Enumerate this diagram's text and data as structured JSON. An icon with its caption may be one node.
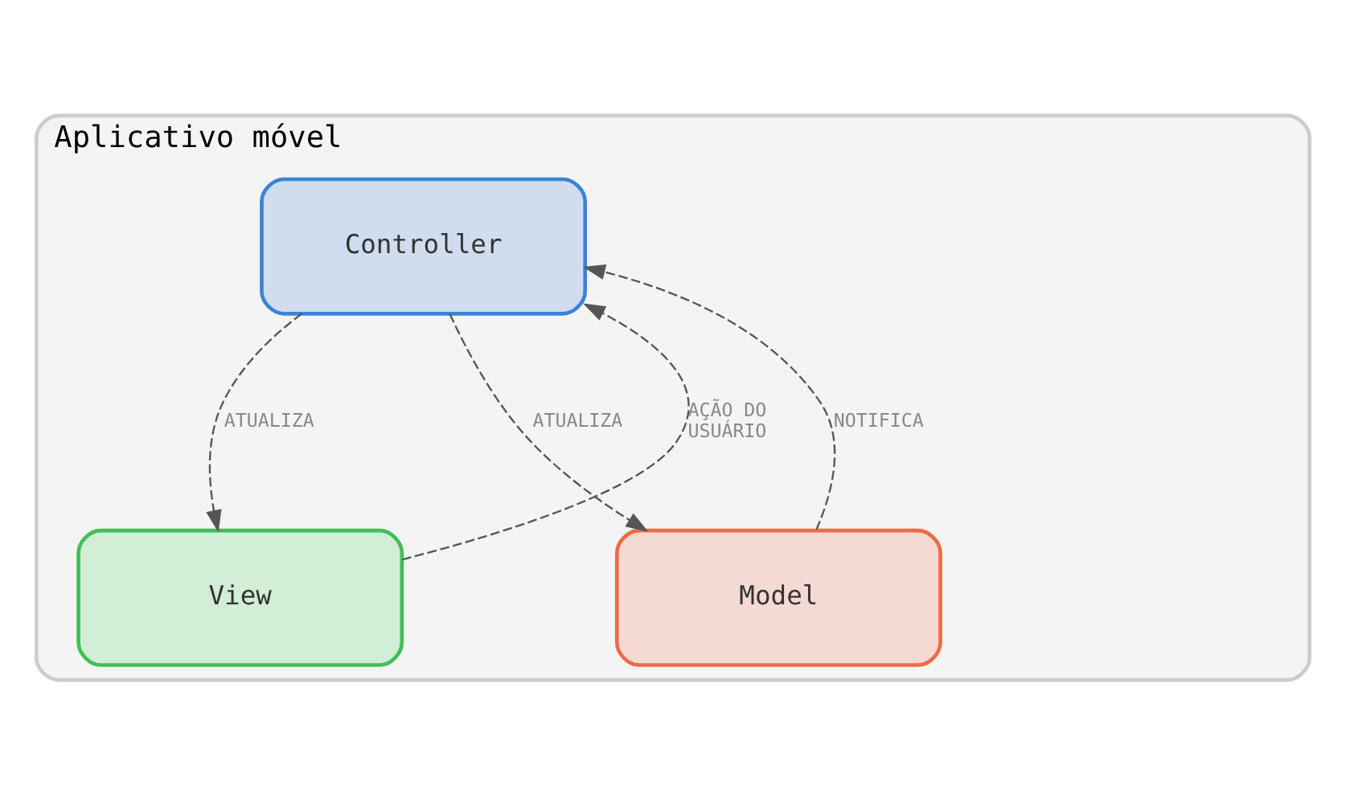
{
  "diagram": {
    "nodes": [
      {
        "text": [
          "Aplicativo móvel"
        ]
      },
      {
        "text": [
          "Controller"
        ],
        "in": 0
      },
      {
        "text": [
          "View"
        ],
        "in": 0
      },
      {
        "text": [
          "Model"
        ],
        "in": 0
      }
    ],
    "edges": [
      {
        "from": 2,
        "to": 1,
        "arrow": "to",
        "label": "AÇÃO DO USUÁRIO",
        "style": "dashed"
      },
      {
        "from": 1,
        "to": 2,
        "arrow": "to",
        "label": "ATUALIZA",
        "style": "dashed"
      },
      {
        "from": 1,
        "to": 3,
        "arrow": "to",
        "label": "ATUALIZA",
        "style": "dashed"
      },
      {
        "from": 3,
        "to": 1,
        "arrow": "to",
        "label": "NOTIFICA",
        "style": "dashed"
      }
    ]
  }
}
